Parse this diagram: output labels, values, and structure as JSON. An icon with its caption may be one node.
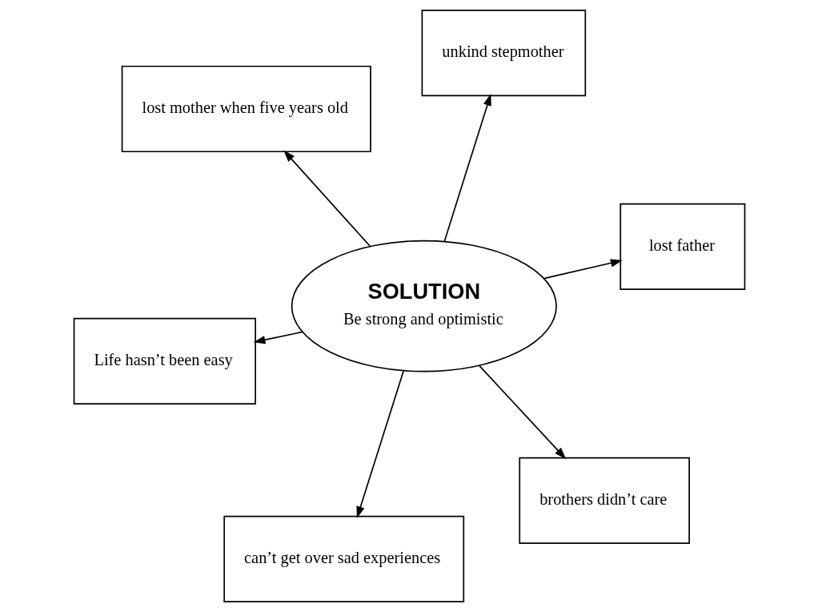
{
  "diagram": {
    "nodes": [
      {
        "text": [
          "Life hasn’t been easy"
        ]
      },
      {
        "text": [
          "brothers didn’t care"
        ]
      },
      {
        "text": [
          "SOLUTION",
          "Be strong and optimistic"
        ]
      },
      {
        "text": [
          "lost mother when five years old"
        ]
      },
      {
        "text": [
          "lost father"
        ]
      },
      {
        "text": [
          "unkind stepmother"
        ]
      },
      {
        "text": [
          "can’t get over sad experiences"
        ]
      }
    ],
    "edges": [
      {
        "from": 2,
        "to": 0,
        "arrow": "to"
      },
      {
        "from": 2,
        "to": 1,
        "arrow": "to"
      },
      {
        "from": 2,
        "to": 3,
        "arrow": "to"
      },
      {
        "from": 2,
        "to": 4,
        "arrow": "to"
      },
      {
        "from": 2,
        "to": 5,
        "arrow": "to"
      },
      {
        "from": 2,
        "to": 6,
        "arrow": "to"
      }
    ]
  }
}
